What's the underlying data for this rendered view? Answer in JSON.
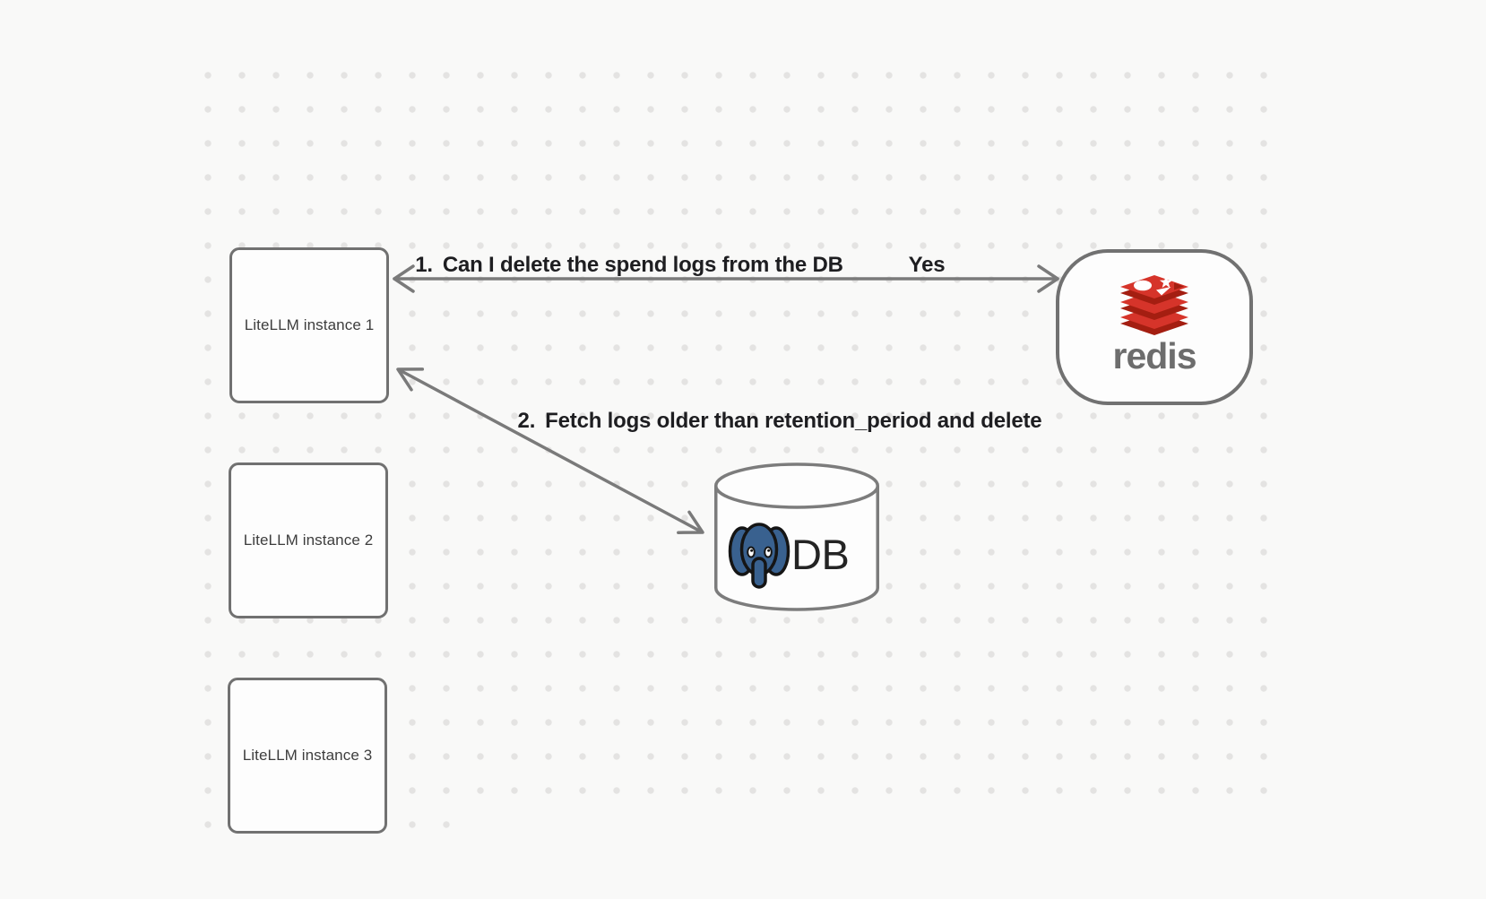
{
  "app": {
    "type": "diagram-canvas"
  },
  "canvas": {
    "background_color": "#f9f9f8",
    "dot_grid_color": "#e4e3e2"
  },
  "nodes": {
    "litellm_instances": [
      {
        "label": "LiteLLM instance 1"
      },
      {
        "label": "LiteLLM instance 2"
      },
      {
        "label": "LiteLLM instance 3"
      }
    ],
    "redis": {
      "wordmark": "redis",
      "icon": "redis-stack-icon",
      "colors": {
        "red": "#d6342a",
        "dark_red": "#a41e11",
        "wordmark_gray": "#6d6d6d"
      }
    },
    "database": {
      "label": "DB",
      "shape": "cylinder",
      "icon": "postgresql-elephant-icon",
      "colors": {
        "postgres_blue": "#39618f"
      }
    }
  },
  "edges": [
    {
      "number": "1.",
      "text": "Can I delete the spend logs from the DB",
      "response": "Yes",
      "from": "redis",
      "to": "LiteLLM instance 1",
      "arrowheads": "both"
    },
    {
      "number": "2.",
      "text": "Fetch logs older than retention_period and delete",
      "from": "LiteLLM instance 1",
      "to": "DB",
      "arrowheads": "both"
    }
  ],
  "style_colors": {
    "node_border": "#717171",
    "arrow": "#7a7a7a",
    "edge_label_text": "#1e1e21"
  }
}
